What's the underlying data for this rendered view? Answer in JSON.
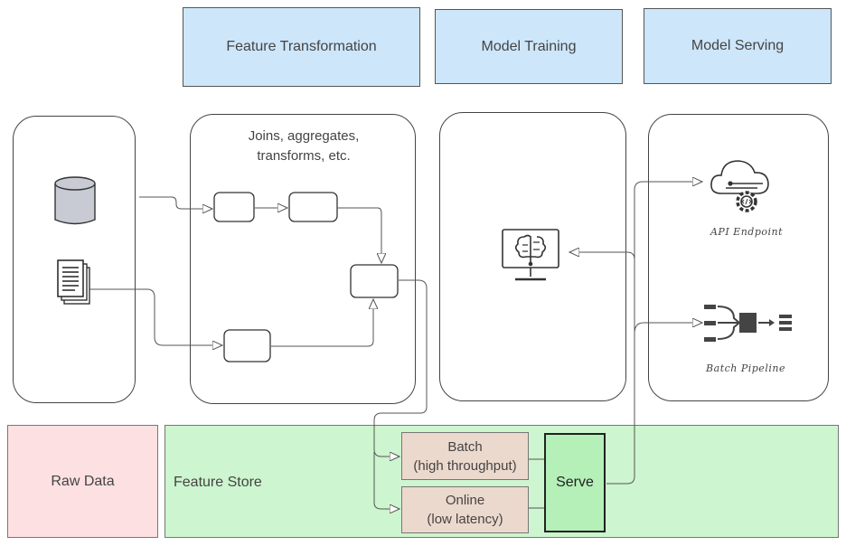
{
  "headers": {
    "feature_transformation": "Feature Transformation",
    "model_training": "Model Training",
    "model_serving": "Model Serving"
  },
  "transform_note": {
    "line1": "Joins, aggregates,",
    "line2": "transforms, etc."
  },
  "serving": {
    "api_endpoint": "API Endpoint",
    "batch_pipeline": "Batch Pipeline"
  },
  "raw_data_label": "Raw Data",
  "feature_store": {
    "label": "Feature Store",
    "batch": {
      "line1": "Batch",
      "line2": "(high throughput)"
    },
    "online": {
      "line1": "Online",
      "line2": "(low latency)"
    },
    "serve": "Serve"
  },
  "icons": {
    "database": "database-icon",
    "documents": "documents-icon",
    "model": "brain-monitor-icon",
    "cloud_api": "cloud-api-icon",
    "batch": "batch-pipeline-icon"
  },
  "colors": {
    "header_blue": "#cde6fa",
    "raw_data_pink": "#fde0e2",
    "feature_store_green": "#cdf5cf",
    "serve_green": "#b4f0b8",
    "store_tan": "#ecd9cd"
  }
}
